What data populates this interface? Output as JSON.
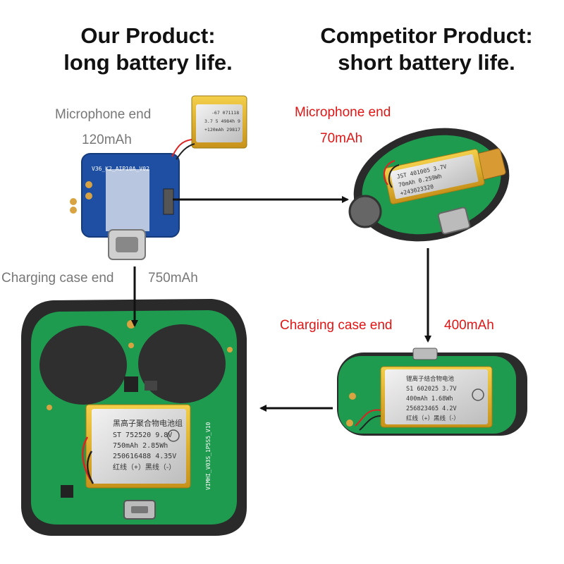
{
  "our_product": {
    "title_line1": "Our Product:",
    "title_line2": "long battery life.",
    "mic_label": "Microphone end",
    "mic_capacity": "120mAh",
    "case_label": "Charging case end",
    "case_capacity": "750mAh",
    "mic_battery_text": [
      "-67 071118",
      "3.7 5 4984h 9",
      "+120mAh 29817"
    ],
    "pcb_text": "V36_K2_AIP10A_V02",
    "case_battery_text": [
      "黑高子聚合物电池组",
      "ST 752520 9.8V",
      "750mAh 2.85Wh",
      "250616488 4.35V",
      "红线（+）黑线（-）"
    ],
    "case_pcb_text": "VIMHI_V03S_1P5S5_V10"
  },
  "competitor_product": {
    "title_line1": "Competitor Product:",
    "title_line2": "short battery life.",
    "mic_label": "Microphone end",
    "mic_capacity": "70mAh",
    "case_label": "Charging case end",
    "case_capacity": "400mAh",
    "mic_battery_text": [
      "JST 401005 3.7V",
      "70mAh 0.259Wh",
      "+243023320"
    ],
    "case_battery_text": [
      "锂离子结合物电池",
      "S1 602025 3.7V",
      "400mAh 1.68Wh",
      "256823465 4.2V",
      "红线（+）黑线（-）"
    ]
  },
  "colors": {
    "label_gray": "#777777",
    "label_red": "#e01515",
    "pcb_green": "#1e9b4f",
    "pcb_blue": "#1f4fa3",
    "battery_silver": "#d9d9d9",
    "battery_gold": "#e6b628",
    "arrow": "#111111"
  }
}
